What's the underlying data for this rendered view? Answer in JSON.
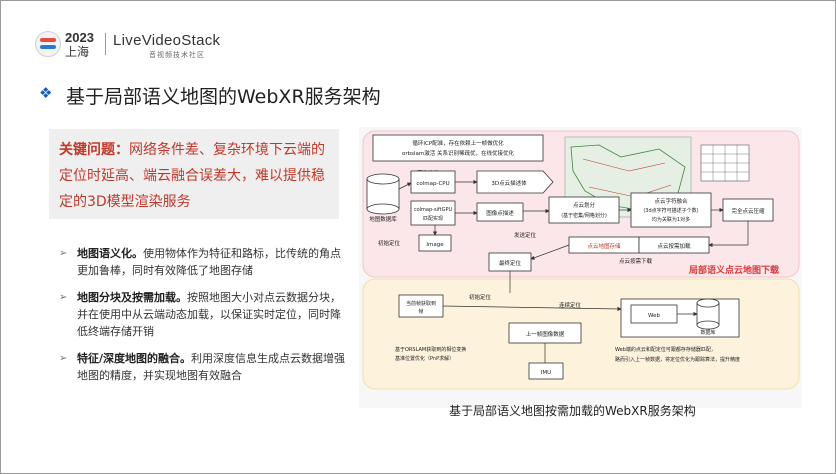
{
  "header": {
    "year": "2023",
    "city": "上海",
    "brand": "LiveVideoStack",
    "brand_tagline": "音视频技术社区"
  },
  "slide": {
    "title": "基于局部语义地图的WebXR服务架构",
    "callout": {
      "label": "关键问题：",
      "text": "网络条件差、复杂环境下云端的定位时延高、端云融合误差大，难以提供稳定的3D模型渲染服务"
    },
    "bullets": [
      {
        "title": "地图语义化。",
        "text": "使用物体作为特征和路标，比传统的角点更加鲁棒，同时有效降低了地图存储"
      },
      {
        "title": "地图分块及按需加载。",
        "text": "按照地图大小对点云数据分块，并在使用中从云端动态加载，以保证实时定位，同时降低终端存储开销"
      },
      {
        "title": "特征/深度地图的融合。",
        "text": "利用深度信息生成点云数据增强地图的精度，并实现地图有效融合"
      }
    ],
    "diagram_caption": "基于局部语义地图按需加载的WebXR服务架构"
  },
  "diagram": {
    "cloud_label": "局部语义点云地图下载",
    "notes": {
      "top_1": "循环ICP配准，存在依赖上一帧做优化",
      "top_2": "orbslam激活 关系识别稀疏优，在线优接优化"
    },
    "boxes": {
      "map_db": "地图数据库",
      "image_retrieval": "图像检索",
      "colmap_cpu": "colmap-CPU",
      "colmap_sift_1": "colmap-siftGPU",
      "colmap_sift_2": "匹配实现",
      "recon_3d": "3D点云描述体",
      "image_feature": "图像点描述",
      "pc_partition_1": "点云划分",
      "pc_partition_2": "(基于密集/网格划分)",
      "pc_fusion_1": "点云字符融合",
      "pc_fusion_2": "(3d点字符可描述子个数)",
      "pc_fusion_3": "均为关联为1对多",
      "pc_compress": "完全点云压缩",
      "image": "Image",
      "init_loc": "初始定位",
      "pc_map_store": "点云地图存储",
      "pc_on_demand": "点云按需加载",
      "final_pose": "最终定位",
      "send_loc": "发送定位",
      "pc_download": "点云按需下载",
      "frame_data_1": "当前帧获取到",
      "frame_data_2": "帧",
      "init_pose": "初始定位",
      "continuous_loc": "连续定位",
      "prev_frame": "上一帧图像数据",
      "imu": "IMU",
      "web": "Web",
      "db": "数据库",
      "web_note_1": "Web端的点云和配定位可跟都存存储器匹配，",
      "web_note_2": "路而引入上一帧数据，将定位优化为跟踪算法，提升精度",
      "bottom_note_1": "基于ORSLAM获取到的相位变换",
      "bottom_note_2": "基准位置优化（PnP求解）"
    }
  }
}
